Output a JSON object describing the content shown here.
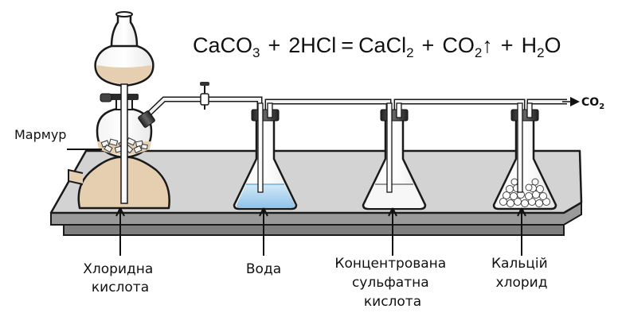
{
  "equation": {
    "r1": "CaCO",
    "r1_sub": "3",
    "plus1": "+",
    "r2": "2HCl",
    "eq": "=",
    "p1": "CaCl",
    "p1_sub": "2",
    "plus2": "+",
    "p2": "CO",
    "p2_sub": "2",
    "p2_arrow": "↑",
    "plus3": "+",
    "p3a": "H",
    "p3_sub": "2",
    "p3b": "O"
  },
  "outlet": {
    "text": "CO",
    "sub": "2"
  },
  "labels": {
    "marble": "Мармур",
    "acid": [
      "Хлоридна",
      "кислота"
    ],
    "water": [
      "Вода"
    ],
    "sulfuric": [
      "Концентрована",
      "сульфатна",
      "кислота"
    ],
    "calcium_chloride": [
      "Кальцій",
      "хлорид"
    ]
  },
  "colors": {
    "acid_liquid": "#e6cfb0",
    "water_liquid": "#bcdcf2",
    "table_top": "#d3d3d3",
    "outline": "#1a1a1a"
  }
}
